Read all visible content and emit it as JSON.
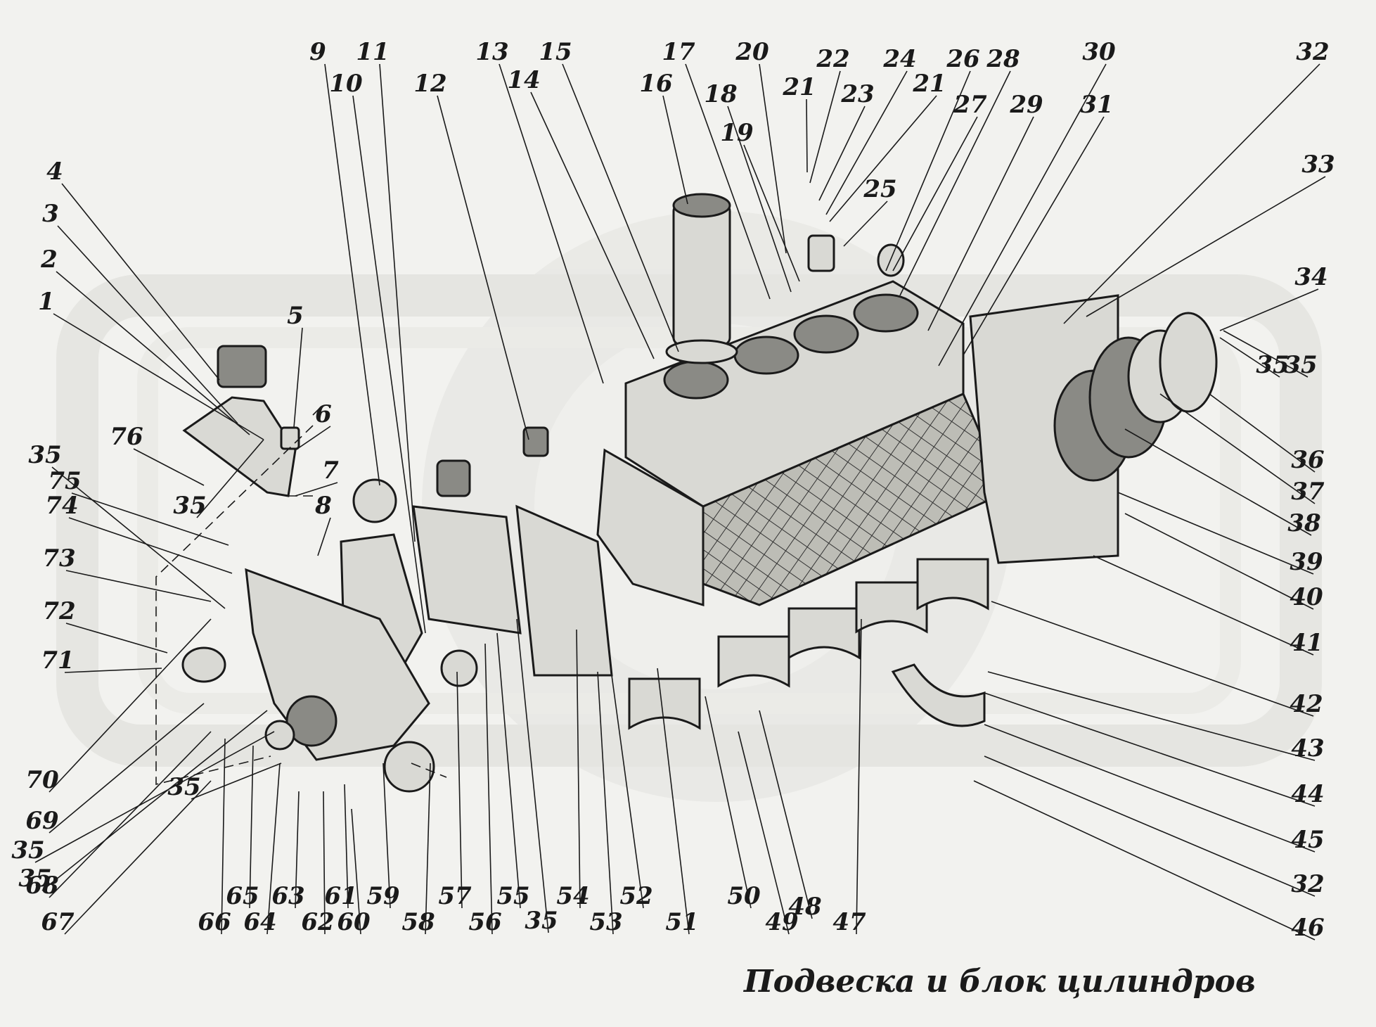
{
  "title": "Подвеска и блок цилиндров",
  "labels": [
    "1",
    "2",
    "3",
    "4",
    "5",
    "6",
    "7",
    "8",
    "9",
    "10",
    "11",
    "12",
    "13",
    "14",
    "15",
    "16",
    "17",
    "18",
    "19",
    "20",
    "21",
    "22",
    "23",
    "24",
    "21",
    "26",
    "27",
    "28",
    "29",
    "30",
    "31",
    "32",
    "33",
    "34",
    "35",
    "36",
    "37",
    "38",
    "39",
    "40",
    "41",
    "42",
    "43",
    "44",
    "45",
    "32",
    "46",
    "25",
    "35",
    "35",
    "35",
    "35",
    "35",
    "35",
    "35",
    "47",
    "48",
    "49",
    "50",
    "51",
    "52",
    "53",
    "54",
    "55",
    "56",
    "57",
    "58",
    "59",
    "60",
    "61",
    "62",
    "63",
    "64",
    "65",
    "66",
    "67",
    "68",
    "69",
    "70",
    "71",
    "72",
    "73",
    "74",
    "75",
    "76"
  ]
}
